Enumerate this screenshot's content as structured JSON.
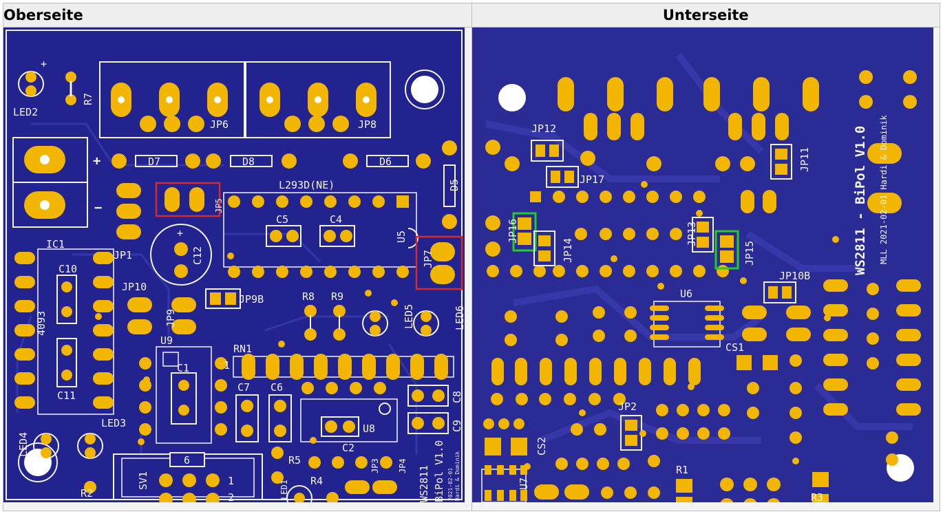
{
  "table": {
    "header_left": "Oberseite",
    "header_right": "Unterseite"
  },
  "colors": {
    "board": "#23238f",
    "pad": "#f2b600",
    "silk": "#f4f4f4",
    "highlight_red": "#d62b2b",
    "highlight_green": "#22cc22"
  },
  "top": {
    "labels": {
      "led2": "LED2",
      "r7": "R7",
      "jp6": "JP6",
      "jp8": "JP8",
      "d7": "D7",
      "d8": "D8",
      "d6": "D6",
      "d5": "D5",
      "ic1": "IC1",
      "l293d": "L293D(NE)",
      "jp5": "JP5",
      "c5": "C5",
      "c4": "C4",
      "u5": "U5",
      "jp7": "JP7",
      "jp1": "JP1",
      "c12": "C12",
      "c10": "C10",
      "jp10": "JP10",
      "jp9b": "JP9B",
      "r8": "R8",
      "r9": "R9",
      "led5": "LED5",
      "led6": "LED6",
      "ic4093": "4093",
      "jp9": "JP9",
      "u9": "U9",
      "c1": "C1",
      "rn1": "RN1",
      "c11": "C11",
      "c7": "C7",
      "c6": "C6",
      "c8": "C8",
      "c9": "C9",
      "led3": "LED3",
      "u8": "U8",
      "c2": "C2",
      "led4": "LED4",
      "sv1": "SV1",
      "six": "6",
      "one": "1",
      "two": "2",
      "r5": "R5",
      "r4": "R4",
      "jp3": "JP3",
      "jp4": "JP4",
      "led1": "LED1",
      "r2": "R2",
      "ws2811": "WS2811",
      "bipol": "BiPol V1.0",
      "date": "2021-02-01",
      "authors": "Hardi & Dominik",
      "rn1_pin1": "1",
      "plus": "+",
      "minus": "−"
    }
  },
  "bottom": {
    "labels": {
      "jp12": "JP12",
      "jp17": "JP17",
      "jp11": "JP11",
      "jp16": "JP16",
      "jp14": "JP14",
      "jp13": "JP13",
      "jp15": "JP15",
      "jp10b": "JP10B",
      "u6": "U6",
      "cs1": "CS1",
      "jp2": "JP2",
      "cs2": "CS2",
      "r1": "R1",
      "u7": "U7",
      "r3": "R3",
      "title": "WS2811 - BiPol V1.0",
      "subtitle": "MLL 2021-02-01 Hardi & Dominik"
    }
  }
}
